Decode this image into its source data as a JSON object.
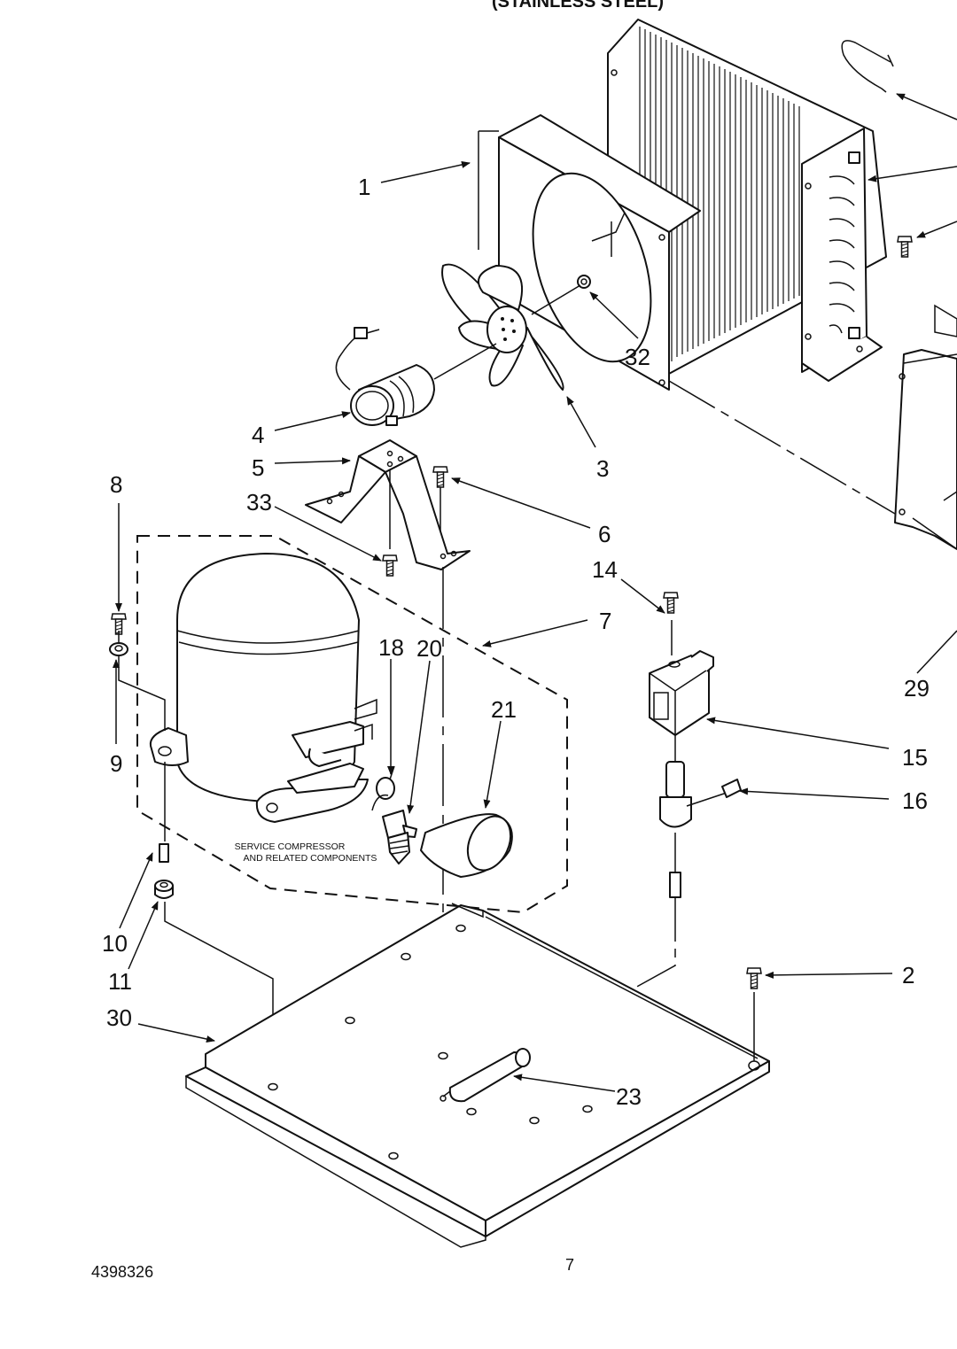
{
  "header": {
    "title": "(STAINLESS STEEL)"
  },
  "footer": {
    "part_number": "4398326",
    "page": "7"
  },
  "service_note": {
    "line1": "SERVICE COMPRESSOR",
    "line2": "AND RELATED COMPONENTS"
  },
  "callouts": {
    "c1": "1",
    "c2": "2",
    "c3": "3",
    "c4": "4",
    "c5": "5",
    "c6": "6",
    "c7": "7",
    "c8": "8",
    "c9": "9",
    "c10": "10",
    "c11": "11",
    "c14": "14",
    "c15": "15",
    "c16": "16",
    "c18": "18",
    "c20": "20",
    "c21": "21",
    "c23": "23",
    "c29": "29",
    "c30": "30",
    "c32": "32",
    "c33": "33"
  }
}
